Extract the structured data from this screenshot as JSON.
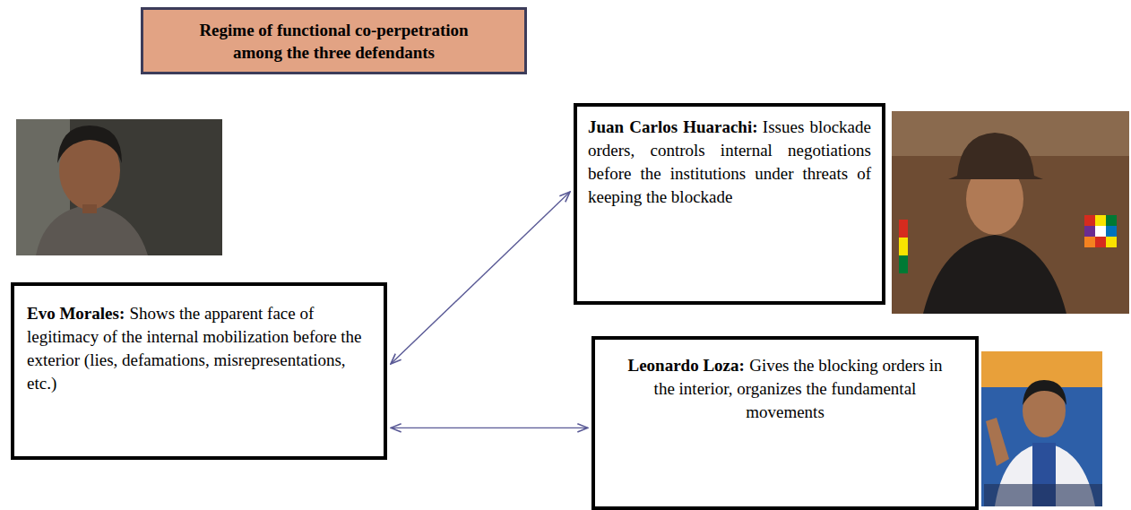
{
  "diagram": {
    "nodes": [
      {
        "text": [
          "Regime of functional co-perpetration among the three defendants"
        ]
      },
      {
        "text": [
          "Juan Carlos Huarachi:",
          "Issues blockade orders, controls internal negotiations before the institutions under threats of keeping the blockade"
        ]
      },
      {
        "text": [
          "Evo Morales:",
          "Shows the apparent face of legitimacy of the internal mobilization before the exterior (lies, defamations, misrepresentations, etc.)"
        ]
      },
      {
        "text": [
          "Leonardo Loza:",
          "Gives the blocking orders in the interior, organizes the fundamental movements"
        ]
      }
    ],
    "edges": [
      {
        "from": 2,
        "to": 1,
        "arrow": "both"
      },
      {
        "from": 2,
        "to": 3,
        "arrow": "both"
      }
    ]
  }
}
